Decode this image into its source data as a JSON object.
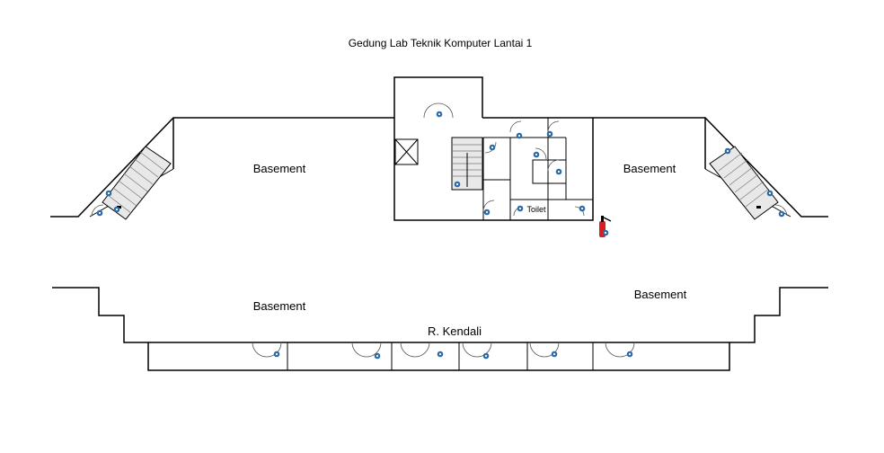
{
  "title": "Gedung Lab Teknik Komputer Lantai 1",
  "rooms": {
    "basement_top_left": "Basement",
    "basement_top_right": "Basement",
    "basement_bottom_left": "Basement",
    "basement_bottom_right": "Basement",
    "control_room": "R. Kendali",
    "toilet": "Toilet"
  },
  "icons": {
    "door_marker": "door-info-icon",
    "fire_extinguisher": "fire-extinguisher-icon",
    "stairs": "stairs-icon",
    "elevator": "elevator-icon"
  },
  "colors": {
    "door_marker": "#2e6aa8",
    "extinguisher": "#d81e1e"
  }
}
